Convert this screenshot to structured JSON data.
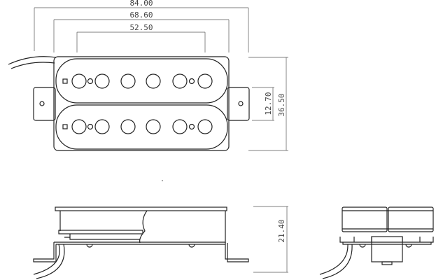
{
  "title": "Humbucker pickup dimension drawing",
  "dimensions": {
    "overall_width": "84.00",
    "cover_width": "68.60",
    "pole_spacing": "52.50",
    "overall_height": "36.50",
    "coil_spacing": "12.70",
    "depth": "21.40"
  },
  "pole_count_per_coil": 6
}
